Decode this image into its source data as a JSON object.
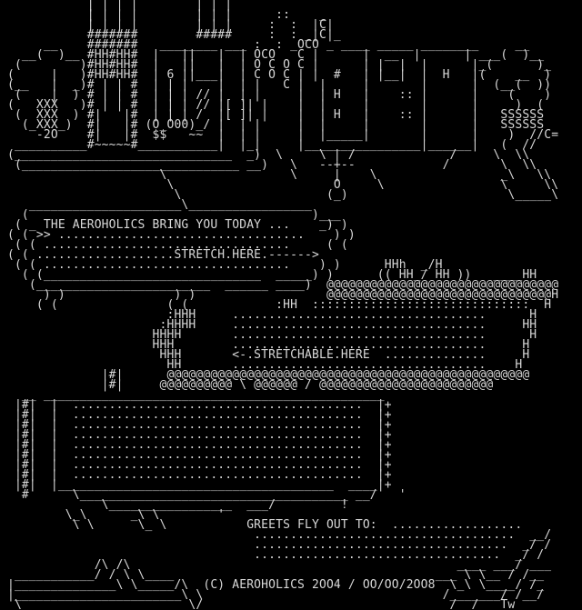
{
  "meta": {
    "background_color": "#000000",
    "text_color": "#d8d8d8"
  },
  "texts": {
    "headline": "THE AEROHOLICS BRING YOU TODAY ...",
    "stretch_label": ".STRETCH.HERE.",
    "stretchable_label": "<-.STRETCHABLE.HERE",
    "greets_label": "GREETS FLY OUT TO:",
    "copyright": "(C) AEROHOLICS 2OO4 / OO/OO/2OO8",
    "signature": "Tw"
  },
  "art": {
    "columns": 80,
    "rows": 61,
    "lines": [
      "            | | | |        | | |",
      "            | | | |        | | |      ::    _",
      "            | | | |        | | |     :  :  |C|",
      "            #######        #####     :  : _|C|_",
      "      __    #######   ________ ___ :  : _OCO _ ____ _____ ________     __",
      "   __(  )__ #HH#HH#  |   ||   |  | OCO   C |      |  __  |      | ___(  )__",
      "  (        )#HH#HH#  |   ||   |  | O C O C |      | |  |  |      |_(      )_",
      " (     |   )#HH#HH#  | 6 ||___|  | C O C | |  #   | |__|  |  H   |(    __  )",
      " (__   |  _)# | | #  | | |    |  | |   C |  |     |       |      |  (__(  ))",
      "  (    |  ) # | | #  | | | // |  | |     |  | H   |    :: |      |    (    )",
      " (   XXX   )# | | #  | | | // |[ ]| |    |  |     |       |      |     )  (",
      "  (  XXX  ) #|   |#  | | | /  |[ ]| |    |  | H   |    :: |      |   SSSSSS",
      "   (_XXX_)  #|   |# (O_O00)_/ |  | |     |  |     |       |      |   SSSSSS",
      "     -2O    #|   |#  $$   ~~  |  | |     |  |_____|       |      |    )  //C=",
      "  __________#~~~~~#___________|  |_|     |________________|______|   (  //",
      " (______________________________  _)  \\     \\ | /             /     \\  \\\\",
      "  (______________________________ __)   \\   --+--            /       \\  \\\\",
      "                      \\                 \\     |    \\                 _\\   \\\\",
      "                       \\                      O     \\                \\     \\\\",
      "                        \\                    (_)                      \\_____\\",
      "    _____________________\\_________________",
      "   (                                       )___",
      "  ( _ THE AEROHOLICS BRING YOU TODAY ...    _) )",
      " ( ( >> ..................................    ) )",
      "  ( ( ..................................     ( (",
      " ( ( ...................STRETCH.HERE.------>",
      "  ( ( ..................................    ) )      HHh  _/H",
      "   ( (______________________________  _____) )      (( HH_/ HH ))   ____HH",
      "    (________________________  ______ ____)  @@@@@@@@@@@@@@@@@@@@@@@@@@@@@@@@",
      "      ) )               ) )                  @@@@@@@@@@@@@@@@@@@@@@@@@@@@@@@H",
      "     ( (               ( (            :HH  ::::::::::::::::::::::::::::::  H",
      "                       :HHH     ...................................      H",
      "                      :HHHH     ...................................     HH",
      "                     HHHH       ...................................      H",
      "                     HHH        ...................................     H",
      "                      HHH       <-.STRETCHABLE.HERE  ..............     H",
      "                       HH       ...................................    H",
      "              |#|      @@@@@@@@@@@@@@@@@@@@@@@@@@@@@@@@@@@@@@@@@@@@@@@@@@",
      "              |#|     @@@@@@@@@@ \\ @@@@@@ / @@@@@@@@@@@@@@@@@@@@@@@@",
      "   __ _______________________________________________",
      "  |#|  |  ........................................  |+",
      "  |#|  |  ........................................  |+",
      "  |#|  |  ........................................  |+",
      "  |#|  |  ........................................  |+",
      "  |#|  |  ........................................  |+",
      "  |#|  |  ........................................  |+",
      "  |#|  |  ........................................  |+",
      "  |#|  |  ........................................  |+",
      "  |#|  |______________________________________  ____|+",
      "   #      \\_____________________________________ __/   '",
      "              \\_________________  ___/         !",
      "         \\_\\      _\\ \\        '",
      "          \\ \\      \\_ \\           GREETS FLY OUT TO:  ..................",
      "                                   ....................................  __/",
      "                                   ...................................  _/ /",
      "                                   ..................................  _/ /",
      "             /\\ /\\                                             ____ ___/ ___",
      "  ___________/ / \\ \\____                                    ___ \\ \\__ / /__",
      " |______________\\ \\_____/\\  (C) AEROHOLICS 2OO4 / OO/OO/2OO8  \\_\\ \\____/ /_",
      " |_______________________\\ \\                                 /_______/ /__/",
      "  \\_______________________\\/                                  /__/   Tw"
    ]
  }
}
